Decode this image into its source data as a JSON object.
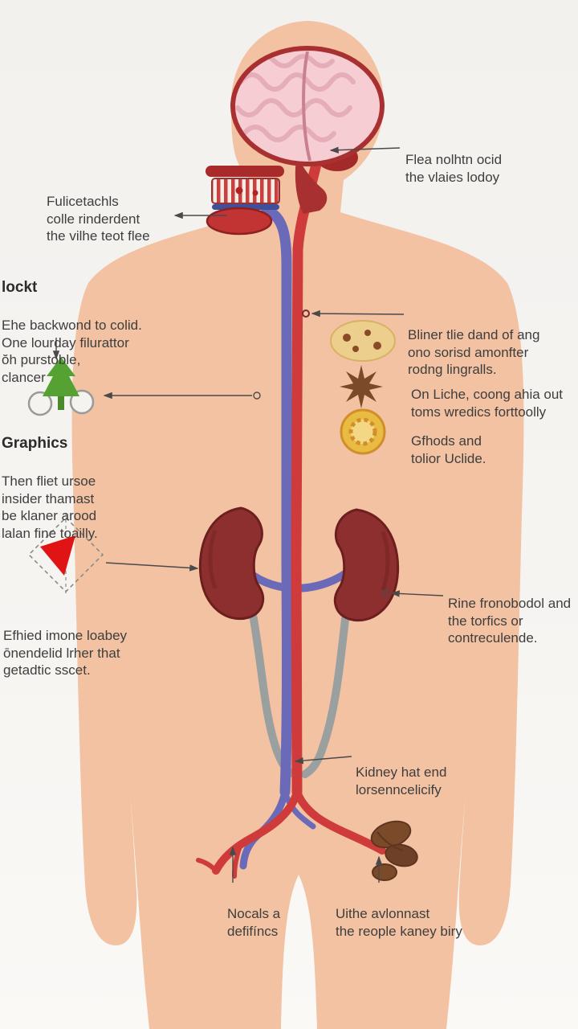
{
  "figure": {
    "title": "human anatomy infographic"
  },
  "labels": {
    "brain": {
      "text": "Flea nolhtn ocid\nthe vlaies lodoy"
    },
    "mouth": {
      "text": "Fulicetachls\ncolle rinderdent\nthe vilhe teot flee"
    },
    "left_block_1": {
      "heading": "lockt",
      "text": "Ehe backwond to colid.\nOne lourday filurattor\nŏh purstoble,\nclancer"
    },
    "left_block_2": {
      "heading": "Graphics",
      "text": "Then fliet ursoe\ninsider thamast\nbe klaner arood\nlalan fine toailly."
    },
    "right_1": {
      "text": "Bliner tlie dand of ang\nono sorisd amonfter\nrodng lingralls."
    },
    "right_2": {
      "text": "On Liche, coong ahia out\ntoms wredics forttoolly"
    },
    "right_3": {
      "text": "Gfhods and\ntolior Uclide."
    },
    "left_kidney": {
      "text": "Efhied imone loabey\nōnendelid lrher that\ngetadtic sscet."
    },
    "right_kidney": {
      "text": "Rine fronobodol and\nthe torfics or\ncontreculende."
    },
    "vessels": {
      "text": "Kidney hat end\nlorsenncelicify"
    },
    "bottom_left": {
      "text": "Nocals a\ndefifíncs"
    },
    "bottom_right": {
      "text": "Uithe avlonnast\nthe reople kaney biry"
    }
  },
  "icons": {
    "left_top": "plant-sample-icon",
    "left_bottom": "funnel-chart-icon",
    "right_top": "cookie-blob-icon",
    "right_middle": "starburst-icon",
    "right_bottom": "flower-ring-icon",
    "bottom_right_organ": "intestine-piece-icon"
  },
  "colors": {
    "background": "#f5f3f0",
    "skin": "#f2c2a2",
    "brain_fill": "#f6cdd3",
    "brain_outline": "#a93030",
    "artery": "#cf3b3b",
    "vein": "#6a6ab8",
    "kidney": "#8e2f2f",
    "kidney_dark": "#6d1f1f",
    "ureter": "#9aa0a0",
    "text": "#3e3e3e",
    "accent_green": "#55a233",
    "accent_red": "#e01414",
    "accent_yellow": "#e9bb42",
    "accent_brown": "#7b4a28",
    "arrow": "#4a4a4a"
  }
}
